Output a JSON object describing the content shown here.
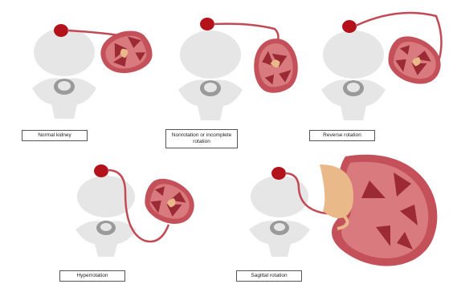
{
  "colors": {
    "bone": "#e6e6e6",
    "bone_dark": "#cfcfcf",
    "canal": "#9a9a9a",
    "adrenal": "#b3121b",
    "kidney_outer": "#c4515a",
    "kidney_cortex": "#d97a7f",
    "kidney_medulla": "#9b2a35",
    "pelvis": "#eab98a",
    "ureter": "#c24a55",
    "caption_border": "#555555"
  },
  "panels": [
    {
      "label": "Normal kidney"
    },
    {
      "label": "Nonrotation or incomplete rotation"
    },
    {
      "label": "Reverse rotation"
    },
    {
      "label": "Hyperrotation"
    },
    {
      "label": "Sagittal rotation"
    }
  ]
}
